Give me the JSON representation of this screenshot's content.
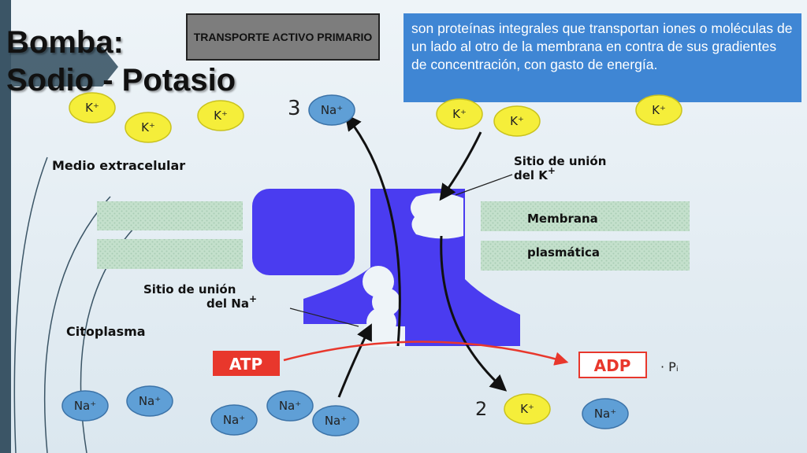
{
  "slide": {
    "title_line1": "Bomba:",
    "title_line2": "Sodio - Potasio",
    "label_box": "TRANSPORTE ACTIVO PRIMARIO",
    "description": "son proteínas integrales que transportan iones o moléculas de un lado al otro de la membrana en contra de sus gradientes de concentración, con gasto de energía."
  },
  "diagram": {
    "labels": {
      "extracellular": "Medio extracelular",
      "k_site_line1": "Sitio de unión",
      "k_site_line2": "del K",
      "membrane_line1": "Membrana",
      "membrane_line2": "plasmática",
      "na_site_line1": "Sitio de unión",
      "na_site_line2": "del Na",
      "cytoplasm": "Citoplasma",
      "atp": "ATP",
      "adp": "ADP",
      "pi": "Pᵢ",
      "count_na_out": "3",
      "count_k_in": "2",
      "plus": "+"
    },
    "ions": {
      "k": "K⁺",
      "na": "Na⁺"
    },
    "colors": {
      "pump": "#4a3cf0",
      "k_ion": "#f5ee3a",
      "na_ion": "#5f9fd6",
      "membrane": "#b8d8c2",
      "atp_box": "#e8372c",
      "description_bg": "#3f86d4"
    }
  }
}
